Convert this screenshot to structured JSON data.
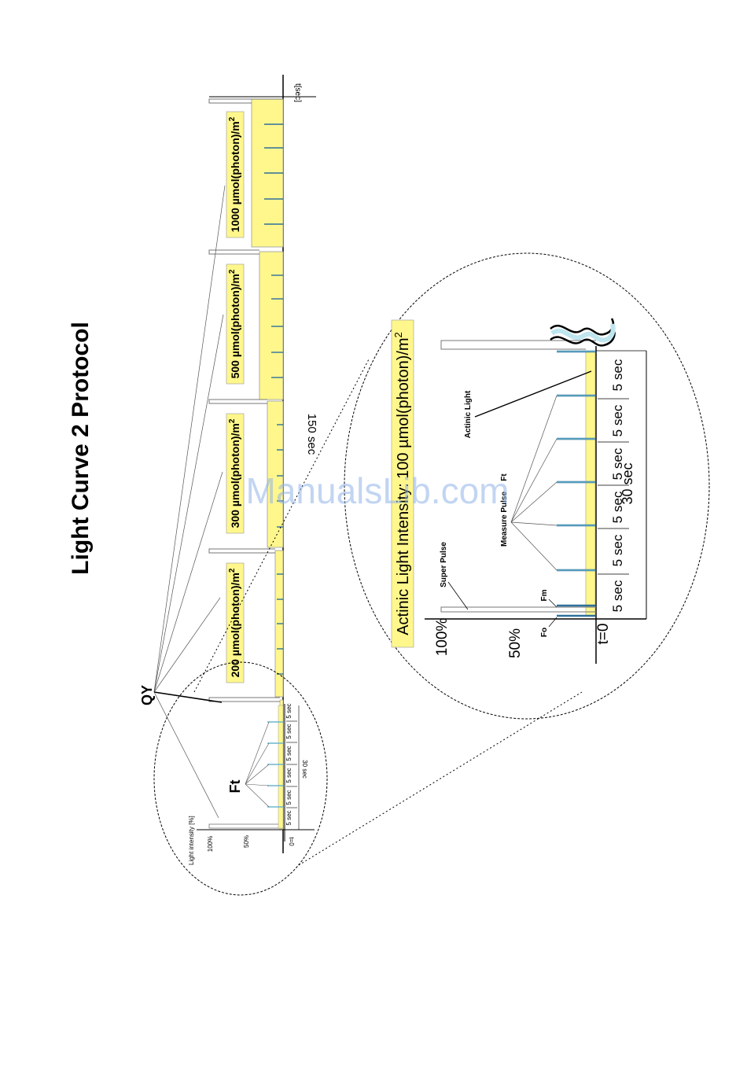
{
  "title": "Light Curve 2 Protocol",
  "watermark": "ManualsLib.com",
  "main_axis": {
    "time_unit": "t[sec]",
    "duration_label": "150 sec",
    "qy_label": "QY",
    "intensity_bands": [
      {
        "label": "200 µmol(photon)/m",
        "exp": "2"
      },
      {
        "label": "300 µmol(photon)/m",
        "exp": "2"
      },
      {
        "label": "500 µmol(photon)/m",
        "exp": "2"
      },
      {
        "label": "1000 µmol(photon)/m",
        "exp": "2"
      }
    ]
  },
  "small_inset": {
    "ylabel": "Light intensity [%]",
    "y100": "100%",
    "y50": "50%",
    "t0": "t=0",
    "ft": "Ft",
    "step_label": "5 sec",
    "total_label": "30 sec"
  },
  "zoom_inset": {
    "title": "Actinic Light Intensity: 100 µmol(photon)/m",
    "title_exp": "2",
    "y100": "100%",
    "y50": "50%",
    "t0": "t=0",
    "step_label": "5 sec",
    "total_label": "30 sec",
    "super_pulse": "Super Pulse",
    "measure_pulse": "Measure Pulse",
    "actinic_light": "Actinic Light",
    "ft": "Ft",
    "fm": "Fm",
    "fo": "Fo"
  },
  "colors": {
    "band": "#fff78c",
    "tick": "#2f6f9a",
    "pulse": "#6bb7cf",
    "squiggle": "#bfe6ee"
  }
}
